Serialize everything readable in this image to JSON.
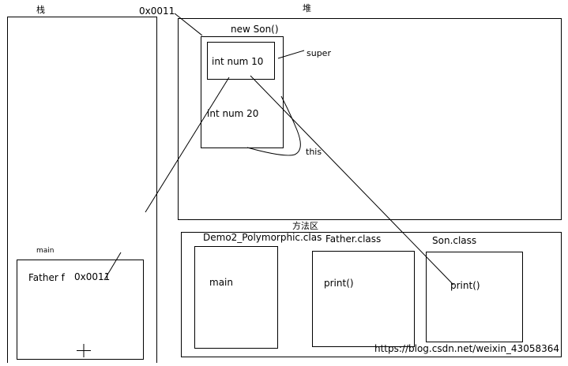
{
  "stack": {
    "title": "栈",
    "main_label": "main",
    "var_name": "Father f",
    "var_value": "0x0011"
  },
  "heap": {
    "title": "堆",
    "address": "0x0011",
    "object_label": "new Son()",
    "super_field": "int num 10",
    "this_field": "int num 20",
    "super_label": "super",
    "this_label": "this"
  },
  "method_area": {
    "title": "方法区",
    "classes": [
      {
        "name": "Demo2_Polymorphic.clas",
        "method": "main"
      },
      {
        "name": "Father.class",
        "method": "print()"
      },
      {
        "name": "Son.class",
        "method": "print()"
      }
    ]
  },
  "watermark": "https://blog.csdn.net/weixin_43058364"
}
